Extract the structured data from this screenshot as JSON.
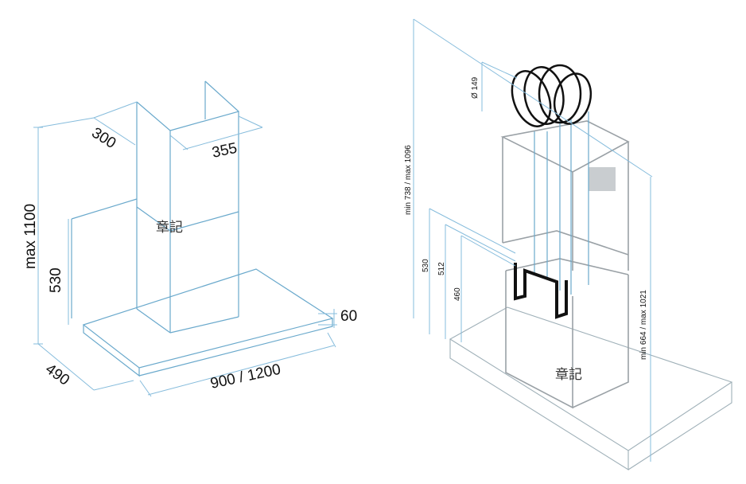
{
  "left_view": {
    "label_depth_top": "300",
    "label_width_top": "355",
    "label_max_height": "max 1100",
    "label_chimney_height": "530",
    "label_canopy_thickness": "60",
    "label_canopy_depth": "490",
    "label_canopy_width": "900 / 1200",
    "watermark": "章記"
  },
  "right_view": {
    "label_overall_height": "min 738 / max 1096",
    "label_duct_diameter": "Ø 149",
    "label_box_530": "530",
    "label_box_512": "512",
    "label_box_460": "460",
    "label_right_height": "min 664 / max 1021",
    "watermark": "章記"
  }
}
